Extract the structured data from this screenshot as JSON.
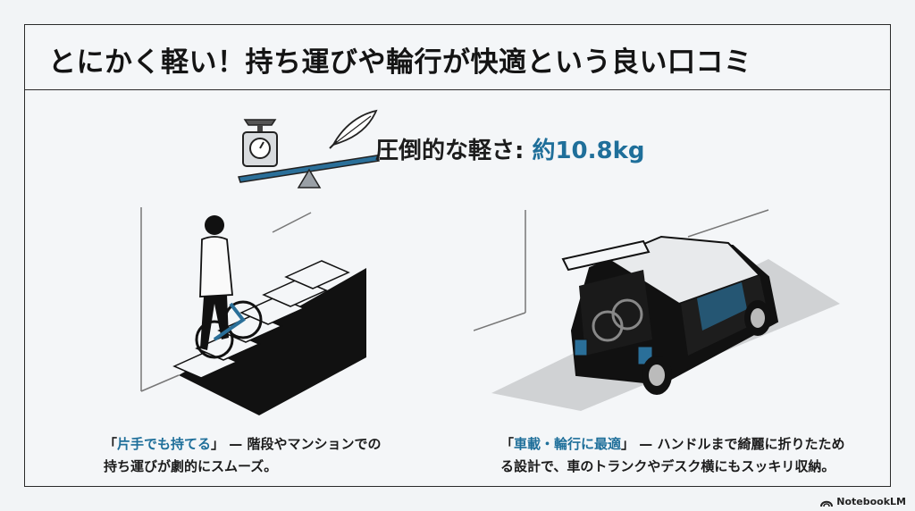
{
  "title": "とにかく軽い！持ち運びや輪行が快適という良い口コミ",
  "weight": {
    "label": "圧倒的な軽さ: ",
    "value": "約10.8kg"
  },
  "left": {
    "bracket_open": "「",
    "highlight": "片手でも持てる",
    "bracket_close": "」",
    "text_line1": " — 階段やマンションでの",
    "text_line2": "持ち運びが劇的にスムーズ。"
  },
  "right": {
    "bracket_open": "「",
    "highlight": "車載・輪行に最適",
    "bracket_close": "」",
    "text_line1": " — ハンドルまで綺麗に折りたため",
    "text_line2": "る設計で、車のトランクやデスク横にもスッキリ収納。"
  },
  "brand": "NotebookLM",
  "colors": {
    "accent": "#1f6f9a",
    "ink": "#1c1c1c",
    "background": "#f2f4f6"
  },
  "icons": [
    "scale-icon",
    "feather-icon",
    "stairs-illustration",
    "car-illustration",
    "notebooklm-logo-icon"
  ]
}
